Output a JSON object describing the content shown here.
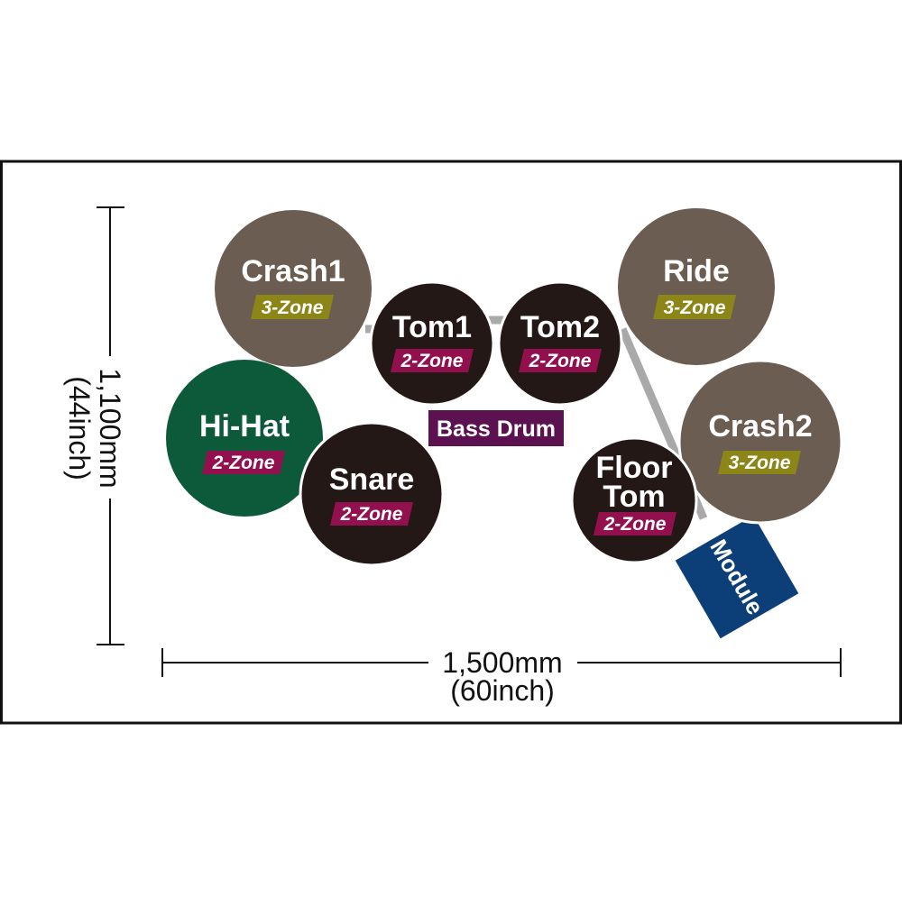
{
  "colors": {
    "cymbal": "#6b5d51",
    "drum": "#231815",
    "hihat": "#0d5a3a",
    "badge_3zone": "#8c8517",
    "badge_2zone": "#93104f",
    "bass_drum": "#5c1150",
    "module": "#0c3f78",
    "rack": "#a9a9a9",
    "border": "#111111"
  },
  "pads": {
    "crash1": {
      "name": "Crash1",
      "zone": "3-Zone",
      "kind": "cymbal"
    },
    "tom1": {
      "name": "Tom1",
      "zone": "2-Zone",
      "kind": "drum"
    },
    "tom2": {
      "name": "Tom2",
      "zone": "2-Zone",
      "kind": "drum"
    },
    "ride": {
      "name": "Ride",
      "zone": "3-Zone",
      "kind": "cymbal"
    },
    "hihat": {
      "name": "Hi-Hat",
      "zone": "2-Zone",
      "kind": "hihat"
    },
    "snare": {
      "name": "Snare",
      "zone": "2-Zone",
      "kind": "drum"
    },
    "floor_tom": {
      "name_line1": "Floor",
      "name_line2": "Tom",
      "zone": "2-Zone",
      "kind": "drum"
    },
    "crash2": {
      "name": "Crash2",
      "zone": "3-Zone",
      "kind": "cymbal"
    }
  },
  "bass_drum": {
    "label": "Bass Drum"
  },
  "module": {
    "label": "Module"
  },
  "dimensions": {
    "height_mm": "1,100mm",
    "height_inch": "(44inch)",
    "width_mm": "1,500mm",
    "width_inch": "(60inch)"
  }
}
